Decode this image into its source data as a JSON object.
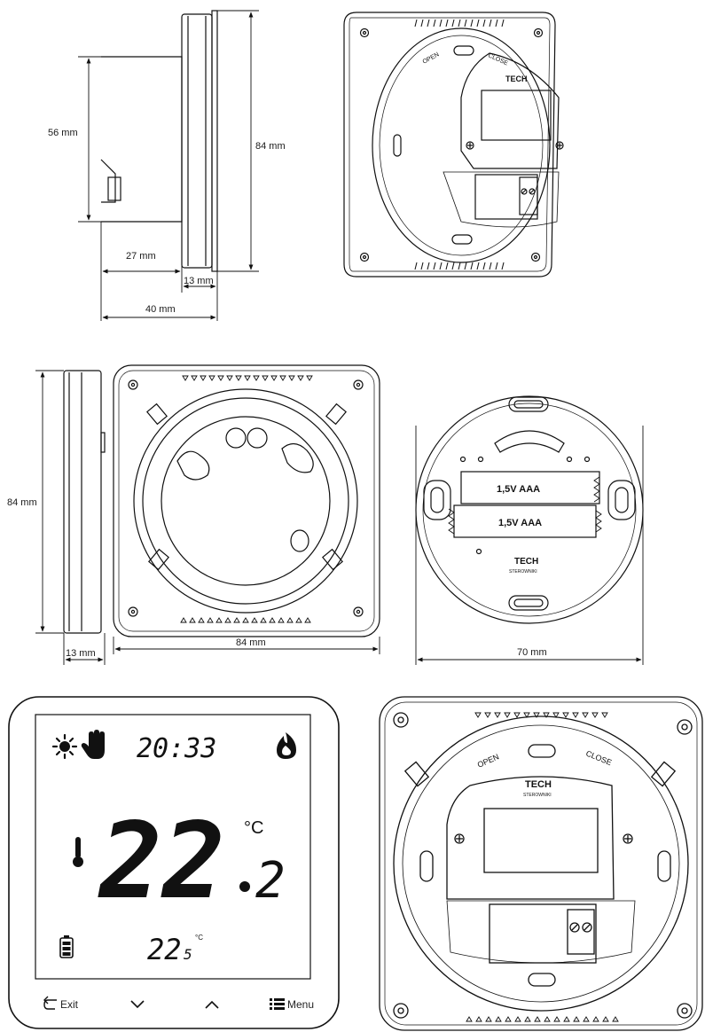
{
  "dimensions": {
    "side_height": "56 mm",
    "total_height": "84 mm",
    "depth_back": "27 mm",
    "depth_front": "13 mm",
    "depth_total": "40 mm",
    "height_left": "84 mm",
    "thickness": "13 mm",
    "width_square": "84 mm",
    "width_round": "70 mm"
  },
  "labels": {
    "open": "OPEN",
    "close": "CLOSE",
    "brand": "TECH",
    "brand_sub": "STEROWNIKI",
    "battery_1": "1,5V AAA",
    "battery_2": "1,5V AAA"
  },
  "display": {
    "clock": "20:33",
    "temp_main": "22",
    "temp_decimal": "2",
    "temp_unit": "°C",
    "setpoint_main": "22",
    "setpoint_decimal": "5",
    "setpoint_unit": "°C"
  },
  "buttons": {
    "exit": "Exit",
    "menu": "Menu"
  }
}
